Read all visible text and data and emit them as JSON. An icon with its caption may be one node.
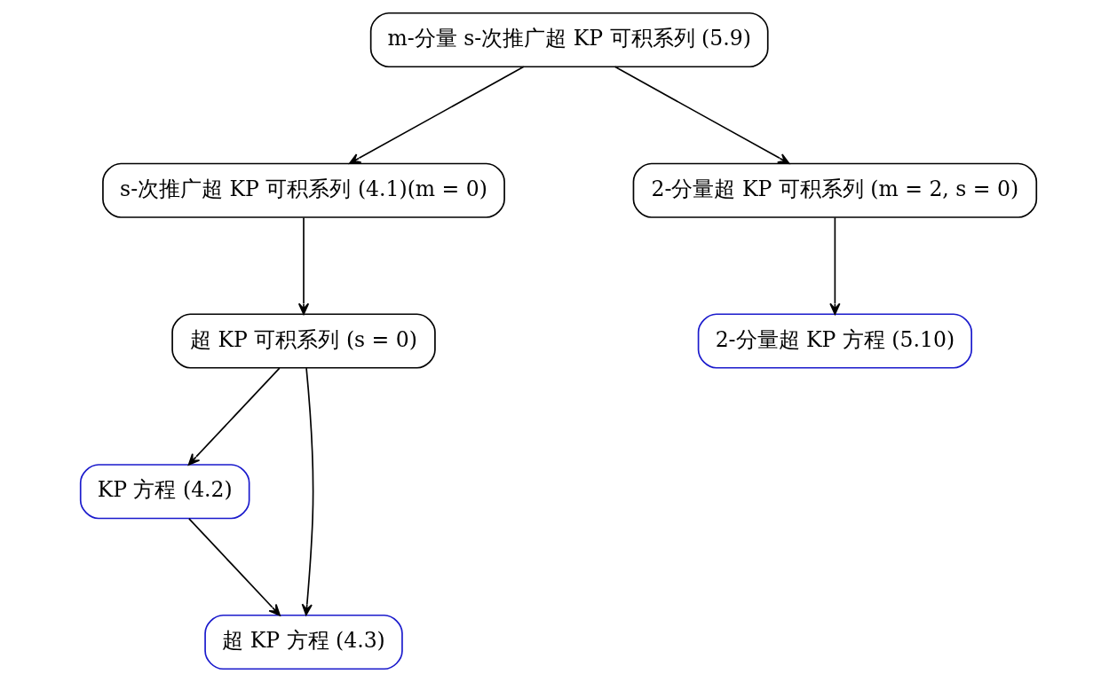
{
  "diagram": {
    "nodes": [
      {
        "text": [
          "超 KP 可积系列 (s = 0)"
        ]
      },
      {
        "text": [
          "KP 方程 (4.2)"
        ]
      },
      {
        "text": [
          "超 KP 方程 (4.3)"
        ]
      },
      {
        "text": [
          "s-次推广超 KP 可积系列 (4.1)(m = 0)"
        ]
      },
      {
        "text": [
          "2-分量超 KP 方程 (5.10)"
        ]
      },
      {
        "text": [
          "m-分量 s-次推广超 KP 可积系列 (5.9)"
        ]
      },
      {
        "text": [
          "2-分量超 KP 可积系列 (m = 2, s = 0)"
        ]
      }
    ],
    "edges": [
      {
        "from": 0,
        "to": 1,
        "arrow": "to"
      },
      {
        "from": 0,
        "to": 2,
        "arrow": "to"
      },
      {
        "from": 1,
        "to": 2,
        "arrow": "to"
      },
      {
        "from": 3,
        "to": 0,
        "arrow": "to"
      },
      {
        "from": 5,
        "to": 3,
        "arrow": "to"
      },
      {
        "from": 5,
        "to": 6,
        "arrow": "to"
      },
      {
        "from": 6,
        "to": 4,
        "arrow": "to"
      }
    ]
  }
}
